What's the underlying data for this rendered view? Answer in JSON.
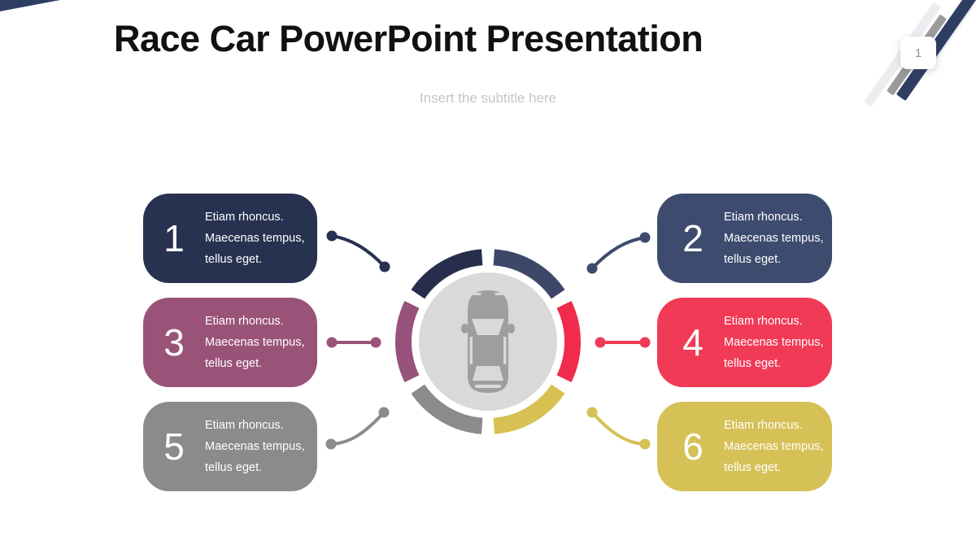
{
  "slide": {
    "title": "Race Car PowerPoint Presentation",
    "subtitle_placeholder": "Insert the subtitle here",
    "page_number": "1"
  },
  "colors": {
    "title": "#111111",
    "subtitle": "#c5c5c5",
    "background": "#ffffff",
    "page_number": "#8e939e",
    "stripe_navy": "#2e3e63",
    "stripe_gray": "#9b9b9b",
    "stripe_light": "#ededf1"
  },
  "cards": [
    {
      "number": "1",
      "side": "left",
      "color": "#273150",
      "lines": [
        "Etiam rhoncus.",
        "Maecenas tempus,",
        "tellus eget."
      ]
    },
    {
      "number": "2",
      "side": "right",
      "color": "#3d4b6e",
      "lines": [
        "Etiam rhoncus.",
        "Maecenas tempus,",
        "tellus eget."
      ]
    },
    {
      "number": "3",
      "side": "left",
      "color": "#9a5378",
      "lines": [
        "Etiam rhoncus.",
        "Maecenas tempus,",
        "tellus eget."
      ]
    },
    {
      "number": "4",
      "side": "right",
      "color": "#f03a56",
      "lines": [
        "Etiam rhoncus.",
        "Maecenas tempus,",
        "tellus eget."
      ]
    },
    {
      "number": "5",
      "side": "left",
      "color": "#8b8b8b",
      "lines": [
        "Etiam rhoncus.",
        "Maecenas tempus,",
        "tellus eget."
      ]
    },
    {
      "number": "6",
      "side": "right",
      "color": "#d6c156",
      "lines": [
        "Etiam rhoncus.",
        "Maecenas tempus,",
        "tellus eget."
      ]
    }
  ],
  "diagram": {
    "inner_color": "#d9d9d9",
    "car_color": "#9e9e9e",
    "window_color": "#d9d9d9",
    "car_icon": "car-top-view",
    "segments": [
      {
        "position": "top-left",
        "color": "#262e4c"
      },
      {
        "position": "top-right",
        "color": "#3d4869"
      },
      {
        "position": "right",
        "color": "#f02b4c"
      },
      {
        "position": "bottom-right",
        "color": "#d7c152"
      },
      {
        "position": "bottom-left",
        "color": "#8b8b8e"
      },
      {
        "position": "left",
        "color": "#96527a"
      }
    ]
  }
}
